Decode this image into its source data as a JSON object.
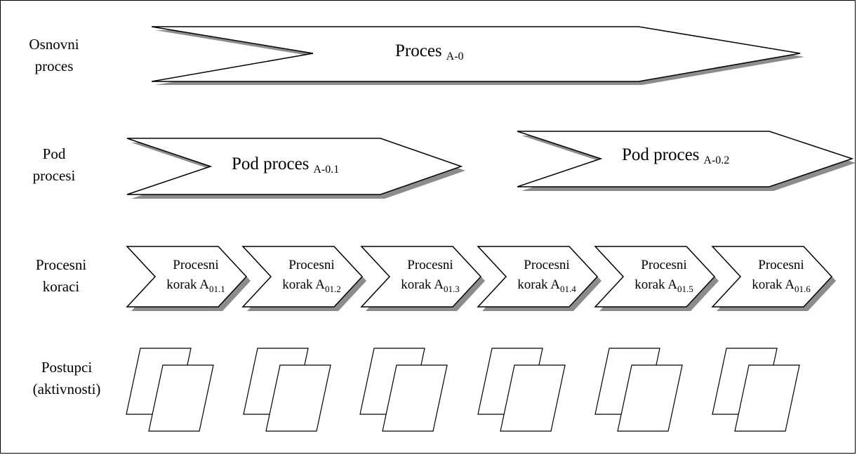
{
  "row_labels": {
    "main_process": [
      "Osnovni",
      "proces"
    ],
    "sub_processes": [
      "Pod",
      "procesi"
    ],
    "process_steps": [
      "Procesni",
      "koraci"
    ],
    "procedures": [
      "Postupci",
      "(aktivnosti)"
    ]
  },
  "main_process": {
    "label": "Proces",
    "sub": "A-0"
  },
  "sub_processes": [
    {
      "label": "Pod proces",
      "sub": "A-0.1"
    },
    {
      "label": "Pod proces",
      "sub": "A-0.2"
    }
  ],
  "process_steps": [
    {
      "line1": "Procesni",
      "line2": "korak A",
      "sub": "01.1"
    },
    {
      "line1": "Procesni",
      "line2": "korak A",
      "sub": "01.2"
    },
    {
      "line1": "Procesni",
      "line2": "korak A",
      "sub": "01.3"
    },
    {
      "line1": "Procesni",
      "line2": "korak A",
      "sub": "01.4"
    },
    {
      "line1": "Procesni",
      "line2": "korak A",
      "sub": "01.5"
    },
    {
      "line1": "Procesni",
      "line2": "korak A",
      "sub": "01.6"
    }
  ],
  "procedure_groups_count_note": "",
  "colors": {
    "fill": "#ffffff",
    "stroke": "#000000",
    "shadow": "#8c8c8c"
  }
}
